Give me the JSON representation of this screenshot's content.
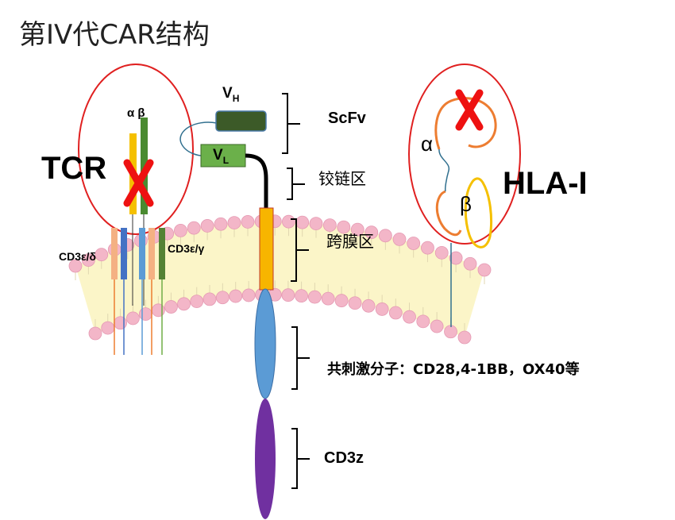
{
  "title": "第IV代CAR结构",
  "labels": {
    "tcr": "TCR",
    "alpha_beta": "α β",
    "cd3_left": "CD3ε/δ",
    "cd3_right": "CD3ε/γ",
    "vh": "V",
    "vh_sub": "H",
    "vl": "V",
    "vl_sub": "L",
    "scfv": "ScFv",
    "hinge": "铰链区",
    "transmembrane": "跨膜区",
    "costim": "共刺激分子：CD28,4-1BB，OX40等",
    "cd3z": "CD3z",
    "hla": "HLA-I",
    "hla_alpha": "α",
    "hla_beta": "β"
  },
  "colors": {
    "membrane_bead": "#f3b6c8",
    "membrane_fill": "#fbf5c8",
    "circle": "#e02020",
    "cross": "#ee1111",
    "vh_fill": "#3c5a28",
    "vl_fill": "#6bb04a",
    "tm_fill": "#f7b500",
    "costim_fill": "#5b9bd5",
    "cd3z_fill": "#7030a0",
    "tcr_alpha": "#f5c000",
    "tcr_beta": "#4a8a30"
  }
}
